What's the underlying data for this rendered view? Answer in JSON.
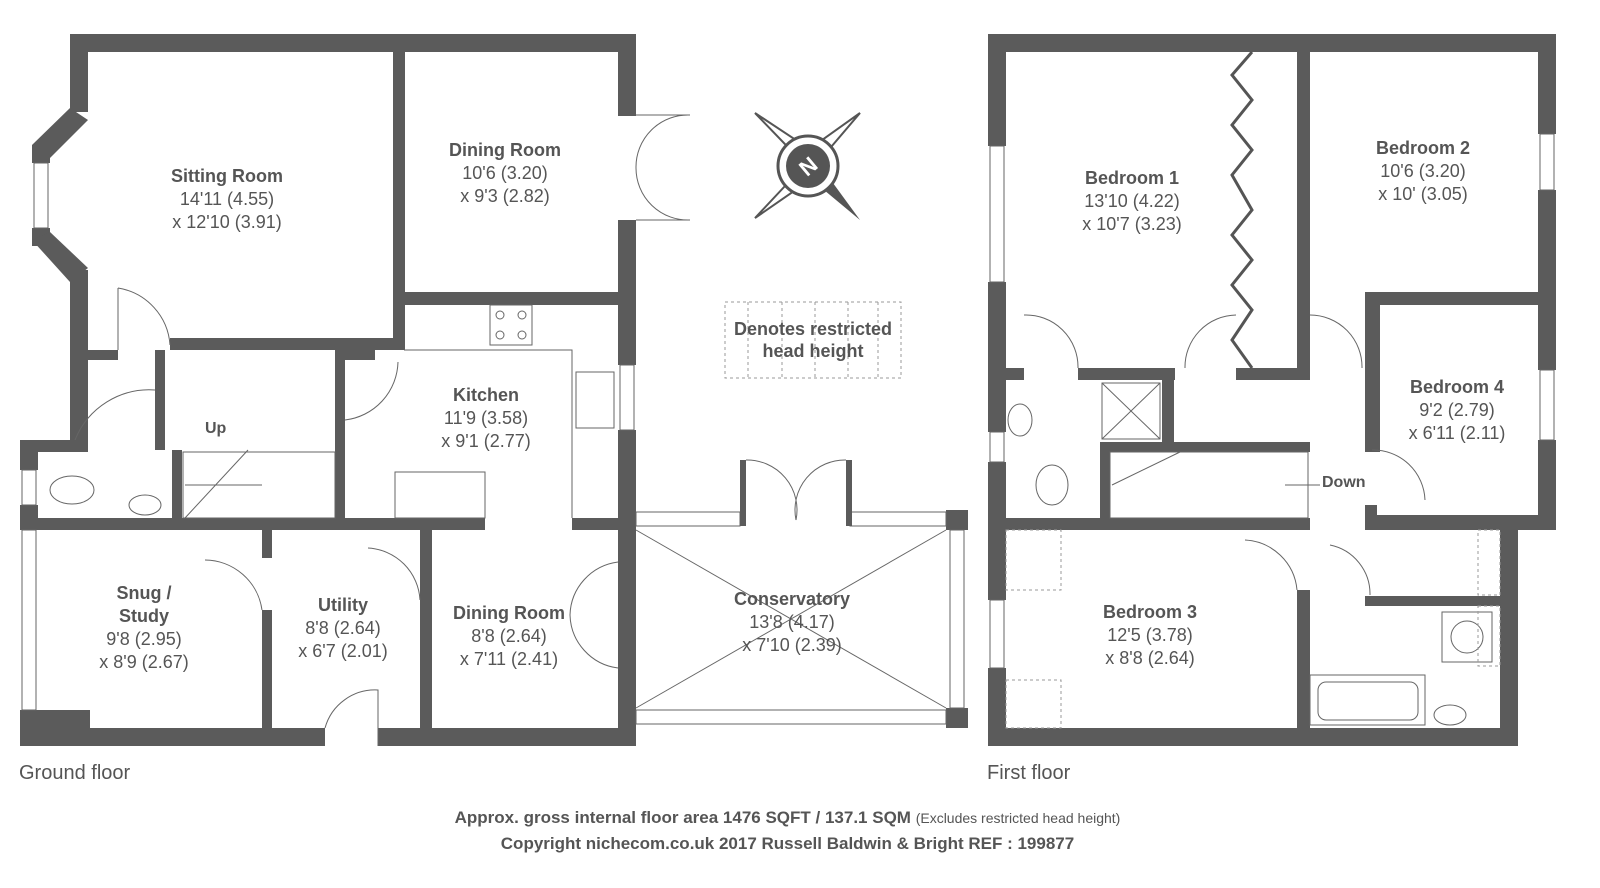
{
  "ground_floor": {
    "label": "Ground floor",
    "rooms": [
      {
        "name": "Sitting Room",
        "dim1": "14'11 (4.55)",
        "dim2": "x 12'10 (3.91)"
      },
      {
        "name": "Dining Room",
        "dim1": "10'6 (3.20)",
        "dim2": "x 9'3 (2.82)"
      },
      {
        "name": "Kitchen",
        "dim1": "11'9 (3.58)",
        "dim2": "x 9'1 (2.77)"
      },
      {
        "name": "Snug /",
        "name2": "Study",
        "dim1": "9'8 (2.95)",
        "dim2": "x 8'9 (2.67)"
      },
      {
        "name": "Utility",
        "dim1": "8'8 (2.64)",
        "dim2": "x 6'7 (2.01)"
      },
      {
        "name": "Dining Room",
        "dim1": "8'8 (2.64)",
        "dim2": "x 7'11 (2.41)"
      },
      {
        "name": "Conservatory",
        "dim1": "13'8 (4.17)",
        "dim2": "x 7'10 (2.39)"
      }
    ],
    "stairs_label": "Up"
  },
  "first_floor": {
    "label": "First floor",
    "rooms": [
      {
        "name": "Bedroom 1",
        "dim1": "13'10 (4.22)",
        "dim2": "x 10'7 (3.23)"
      },
      {
        "name": "Bedroom 2",
        "dim1": "10'6 (3.20)",
        "dim2": "x 10' (3.05)"
      },
      {
        "name": "Bedroom 4",
        "dim1": "9'2 (2.79)",
        "dim2": "x 6'11 (2.11)"
      },
      {
        "name": "Bedroom 3",
        "dim1": "12'5 (3.78)",
        "dim2": "x 8'8 (2.64)"
      }
    ],
    "stairs_label": "Down"
  },
  "legend": {
    "line1": "Denotes restricted",
    "line2": "head height"
  },
  "compass_letter": "N",
  "footer": {
    "area": "Approx. gross internal floor area 1476 SQFT / 137.1 SQM",
    "area_note": "(Excludes restricted head height)",
    "copyright": "Copyright nichecom.co.uk 2017 Russell Baldwin & Bright REF : 199877"
  },
  "colors": {
    "wall": "#5b5b5b",
    "text": "#555555"
  }
}
